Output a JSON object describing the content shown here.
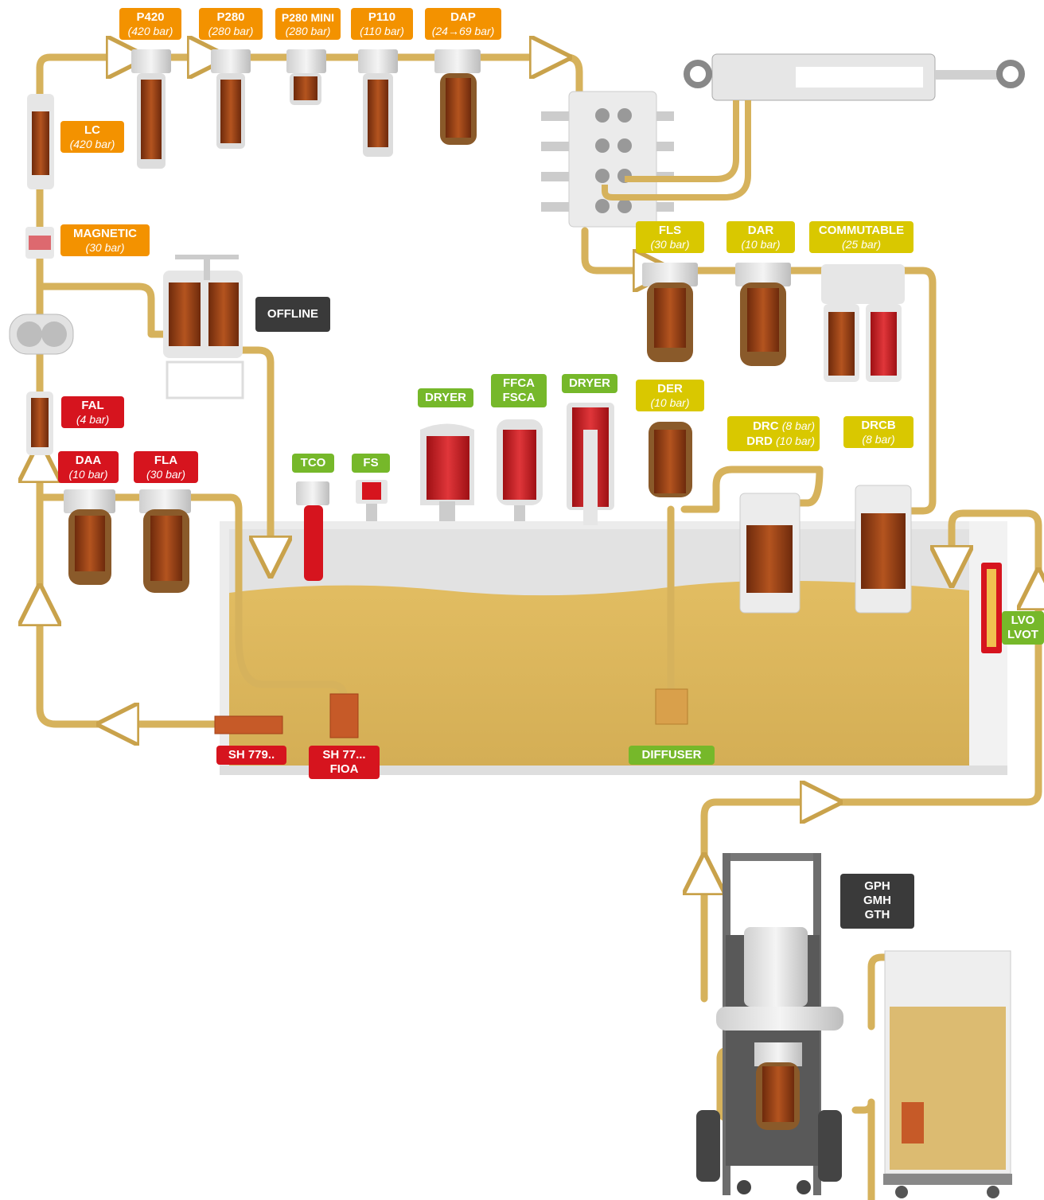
{
  "colors": {
    "pipe": "#d6b25c",
    "oil": "#d8b25a",
    "filter_element": "#9b3d12",
    "orange_label": "#f39200",
    "red_label": "#d6141e",
    "green_label": "#76b82a",
    "yellow_label": "#d9c800",
    "dark_label": "#3a3a3a",
    "housing": "#e6e6e6"
  },
  "labels": {
    "p420": {
      "name": "P420",
      "pressure": "(420 bar)"
    },
    "p280": {
      "name": "P280",
      "pressure": "(280 bar)"
    },
    "p280mini": {
      "name": "P280 MINI",
      "pressure": "(280 bar)"
    },
    "p110": {
      "name": "P110",
      "pressure": "(110 bar)"
    },
    "dap": {
      "name": "DAP",
      "pressure": "(24→69 bar)"
    },
    "lc": {
      "name": "LC",
      "pressure": "(420 bar)"
    },
    "magnetic": {
      "name": "MAGNETIC",
      "pressure": "(30 bar)"
    },
    "offline": {
      "name": "OFFLINE"
    },
    "fal": {
      "name": "FAL",
      "pressure": "(4 bar)"
    },
    "daa": {
      "name": "DAA",
      "pressure": "(10 bar)"
    },
    "fla": {
      "name": "FLA",
      "pressure": "(30 bar)"
    },
    "tco": {
      "name": "TCO"
    },
    "fs": {
      "name": "FS"
    },
    "dryer1": {
      "name": "DRYER"
    },
    "ffca": {
      "line1": "FFCA",
      "line2": "FSCA"
    },
    "dryer2": {
      "name": "DRYER"
    },
    "der": {
      "name": "DER",
      "pressure": "(10 bar)"
    },
    "fls": {
      "name": "FLS",
      "pressure": "(30 bar)"
    },
    "dar": {
      "name": "DAR",
      "pressure": "(10 bar)"
    },
    "commutable": {
      "name": "COMMUTABLE",
      "pressure": "(25 bar)"
    },
    "drc": {
      "name1": "DRC",
      "pressure1": "(8 bar)",
      "name2": "DRD",
      "pressure2": "(10 bar)"
    },
    "drcb": {
      "name": "DRCB",
      "pressure": "(8 bar)"
    },
    "lvo": {
      "line1": "LVO",
      "line2": "LVOT"
    },
    "sh779": {
      "name": "SH 779.."
    },
    "sh77": {
      "line1": "SH 77...",
      "line2": "FIOA"
    },
    "diffuser": {
      "name": "DIFFUSER"
    },
    "gph": {
      "line1": "GPH",
      "line2": "GMH",
      "line3": "GTH"
    }
  }
}
